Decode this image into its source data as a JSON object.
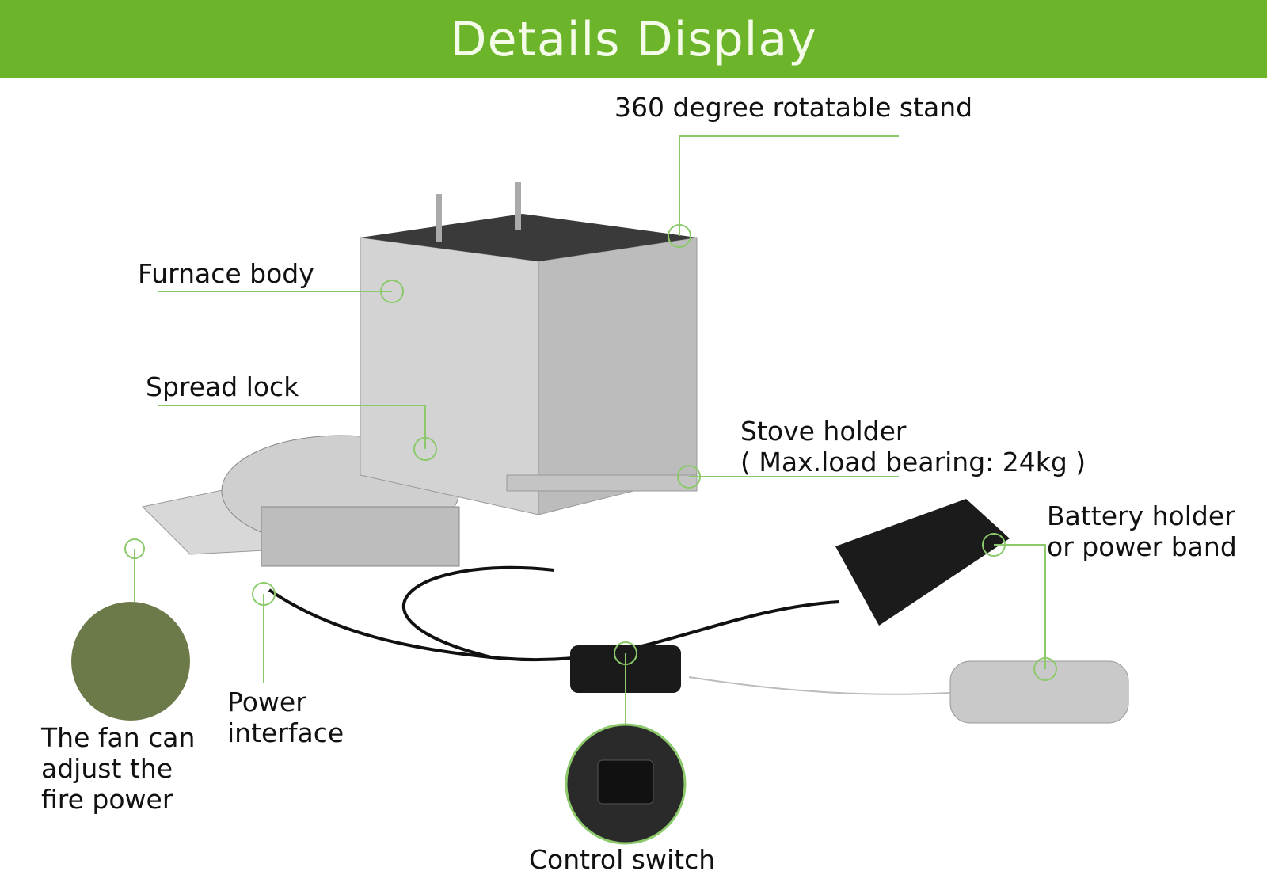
{
  "header": {
    "title": "Details Display"
  },
  "colors": {
    "brand": "#6cb52a",
    "leader": "#8bc96a"
  },
  "callouts": {
    "stand": "360 degree rotatable stand",
    "furnace": "Furnace body",
    "spread_lock": "Spread lock",
    "holder_line1": "Stove holder",
    "holder_line2": "( Max.load bearing: 24kg )",
    "battery_line1": "Battery holder",
    "battery_line2": "or power band",
    "power_line1": "Power",
    "power_line2": "interface",
    "fan_line1": "The fan can",
    "fan_line2": "adjust the",
    "fan_line3": "fire power",
    "switch": "Control switch"
  }
}
